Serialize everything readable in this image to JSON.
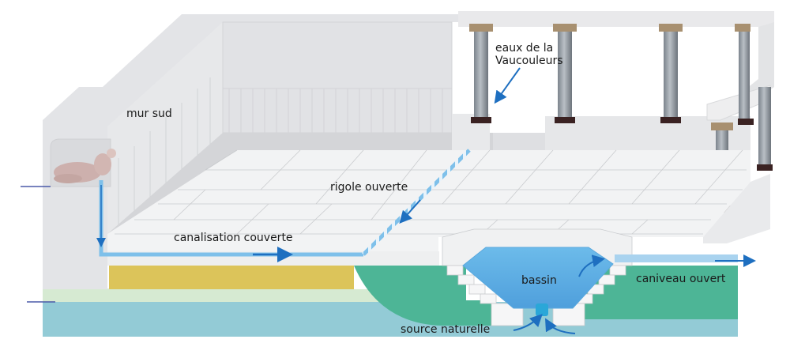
{
  "diagram": {
    "type": "architectural cross-section",
    "labels": {
      "south_wall": "mur sud",
      "vaucouleurs_water": "eaux de la\nVaucouleurs",
      "open_channel": "rigole ouverte",
      "covered_pipe": "canalisation couverte",
      "basin": "bassin",
      "open_gutter": "caniveau ouvert",
      "natural_spring": "source naturelle"
    },
    "colors": {
      "wall": "#e3e4e7",
      "wall_dark": "#d2d3d6",
      "floor": "#f2f3f4",
      "water": "#6cb8e8",
      "water_arrow": "#1e6fc0",
      "clay_layer": "#dcc45a",
      "green_layer": "#4db596",
      "pale_green_layer": "#d6ead2",
      "groundwater": "#93cbd6",
      "column": "#9ca3ab",
      "column_base": "#3a2222",
      "capital": "#a89070",
      "level_marker": "#4b5aa8"
    }
  }
}
